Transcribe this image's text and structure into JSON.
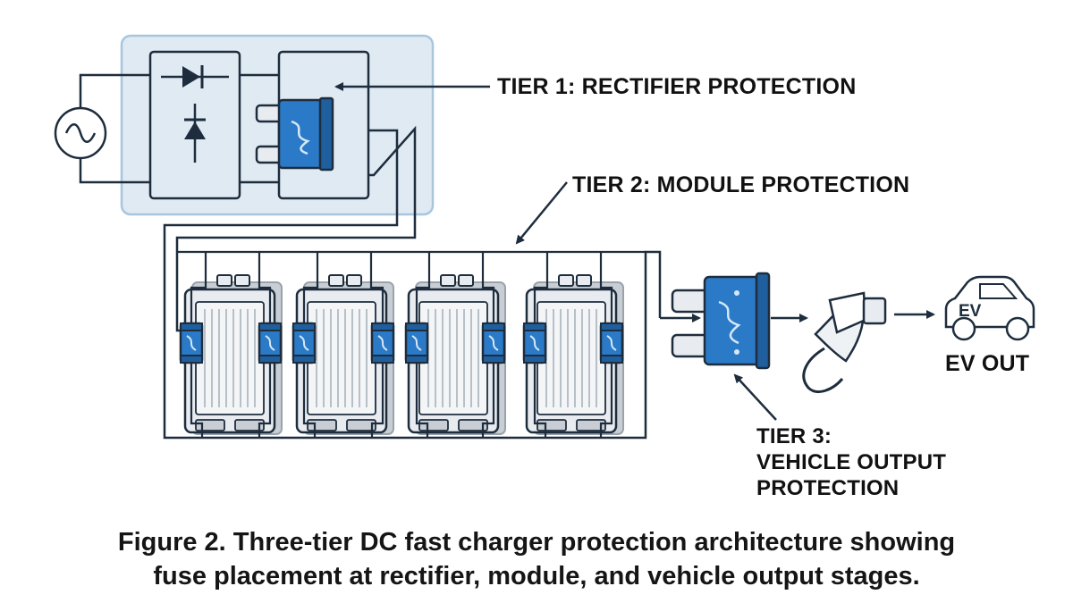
{
  "labels": {
    "tier1": "TIER 1: RECTIFIER PROTECTION",
    "tier2": "TIER 2: MODULE PROTECTION",
    "tier3_line1": "TIER 3:",
    "tier3_line2": "VEHICLE OUTPUT",
    "tier3_line3": "PROTECTION",
    "ev_badge": "EV",
    "ev_out": "EV OUT"
  },
  "caption": {
    "line1": "Figure 2. Three-tier DC fast charger protection architecture showing",
    "line2": "fuse placement at rectifier, module, and vehicle output stages."
  },
  "colors": {
    "line": "#1e2d3d",
    "fuse_blue": "#2b7ac7",
    "panel_fill": "#dfeaf3",
    "panel_border": "#a8c6de",
    "module_fill": "#e8ecf0"
  },
  "icons": [
    "ac-source-icon",
    "diode-icon",
    "fuse-icon",
    "power-module-icon",
    "charging-connector-icon",
    "car-icon"
  ]
}
